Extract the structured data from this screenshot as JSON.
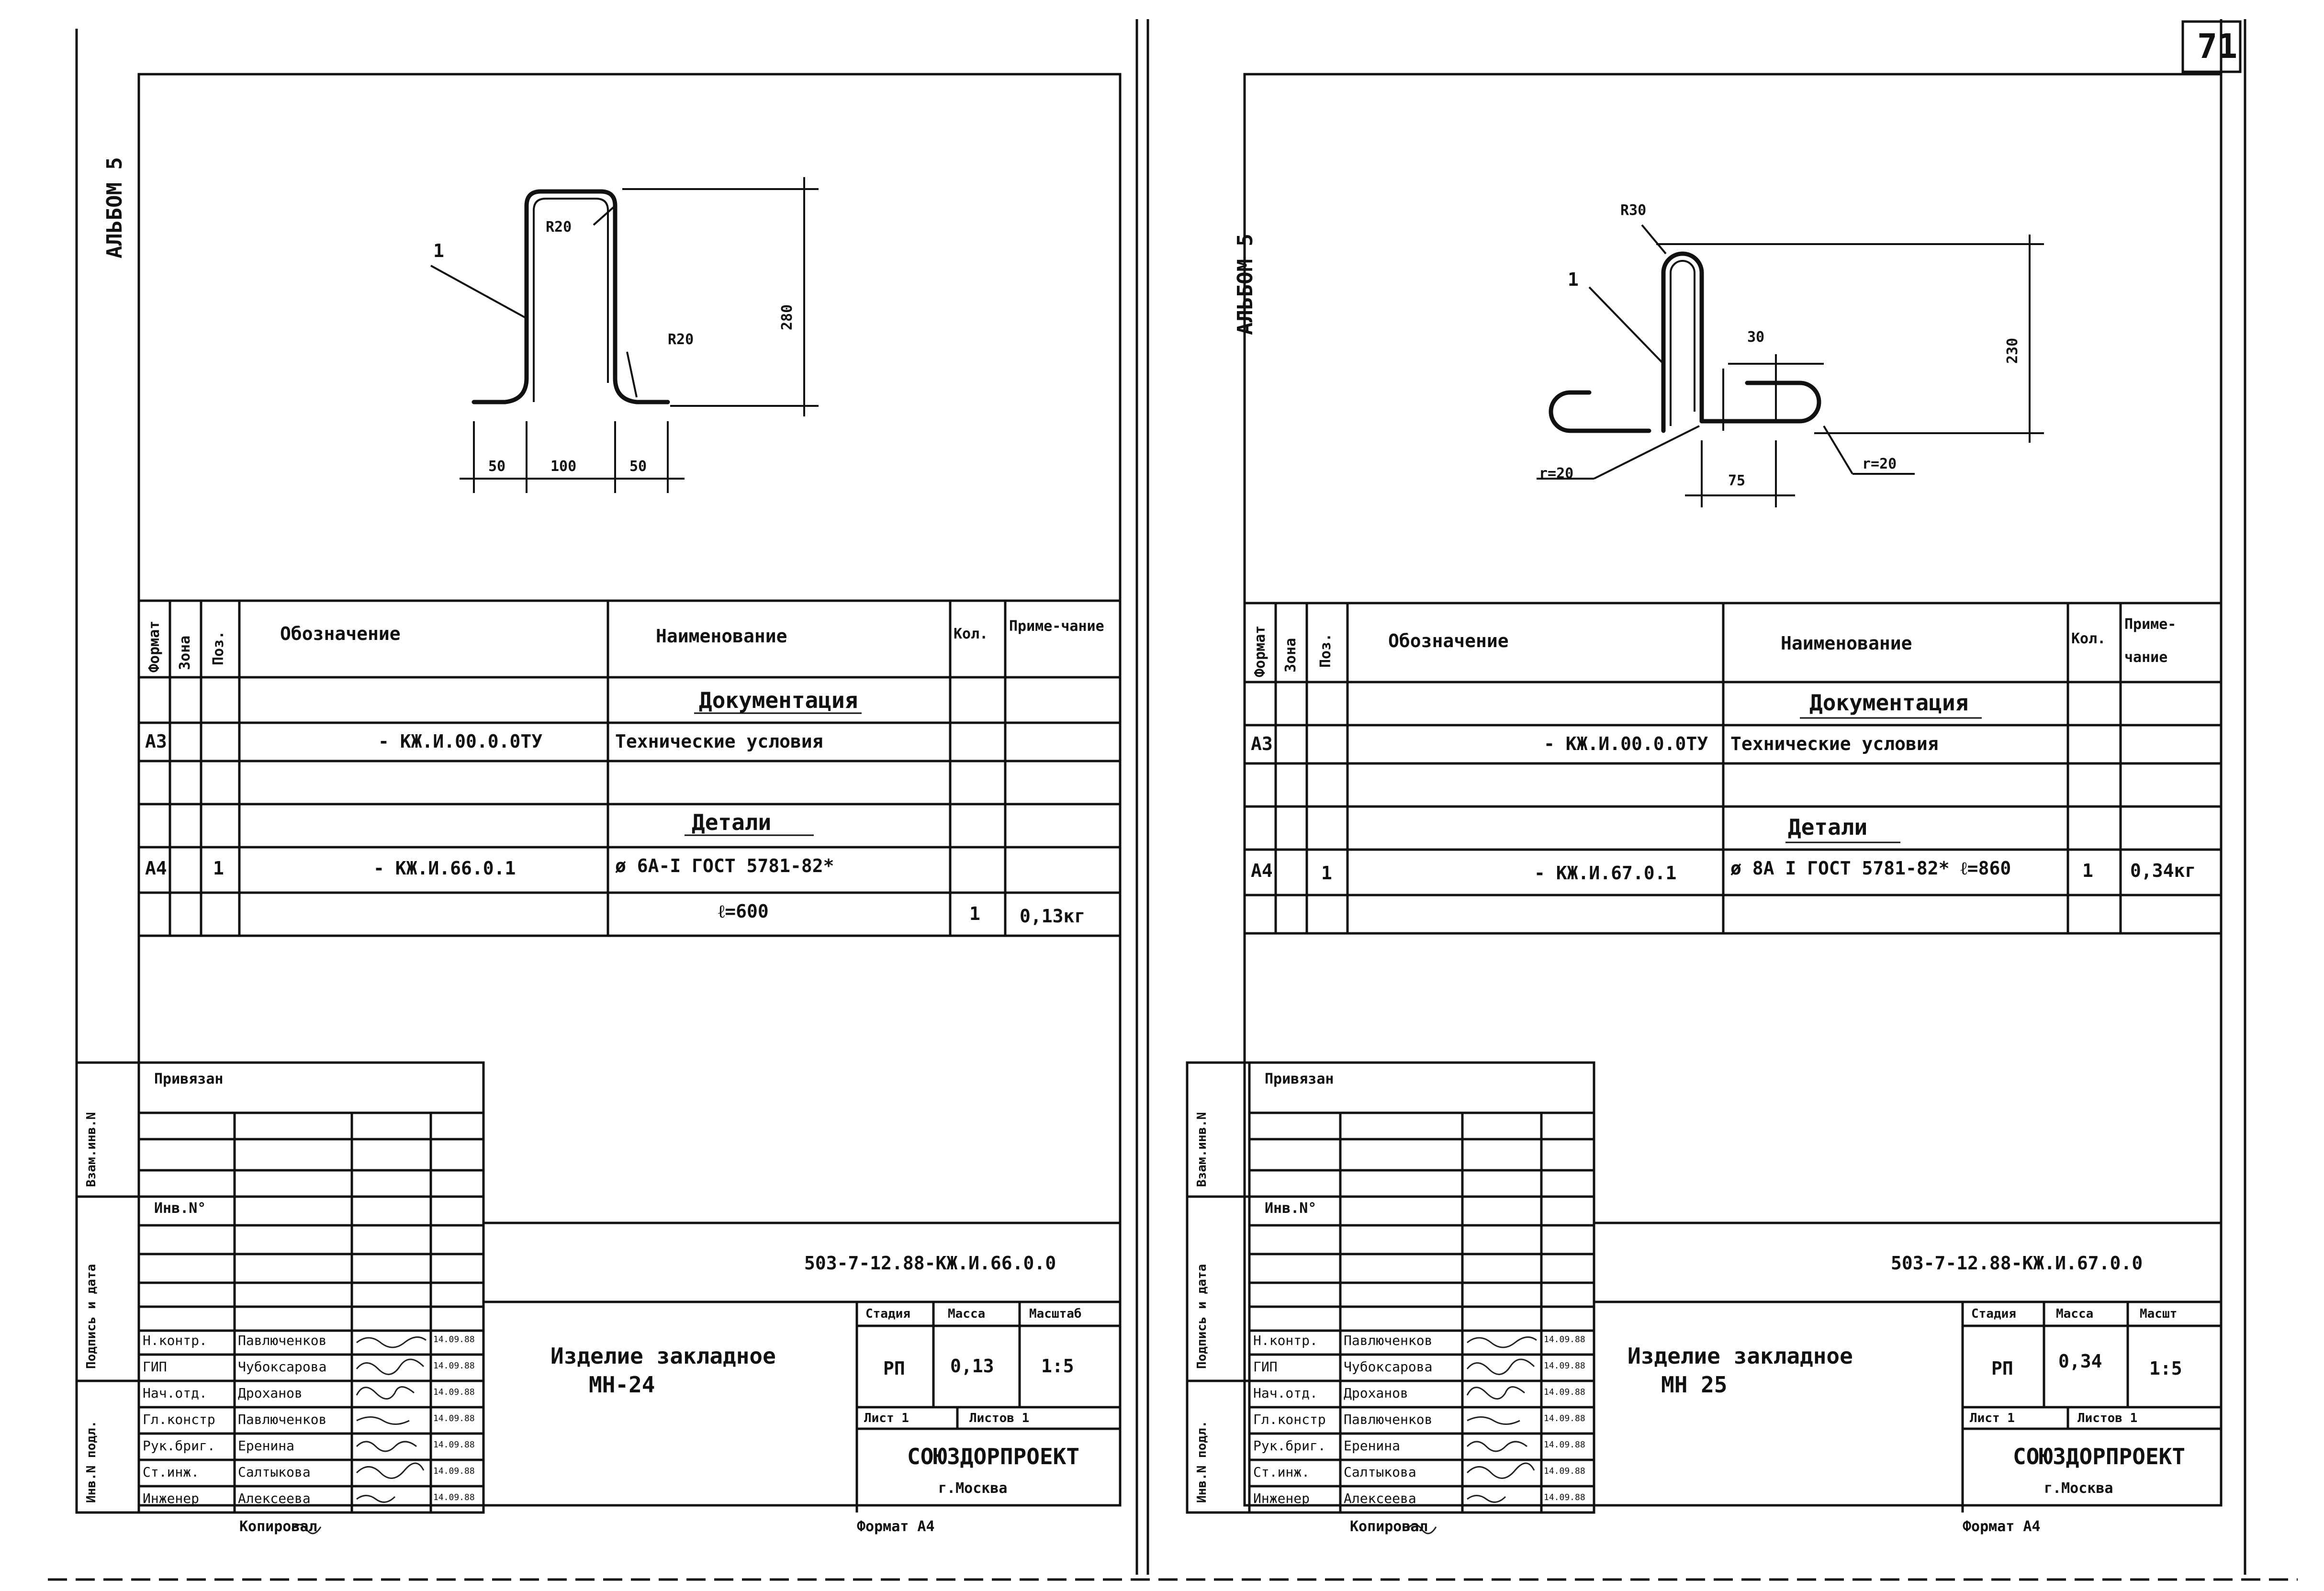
{
  "page_number": "71",
  "sheets": [
    {
      "album": "АЛЬБОМ 5",
      "drawing": {
        "position_label": "1",
        "radius_top": "R20",
        "radius_bottom": "R20",
        "height": "280",
        "width_left": "50",
        "width_mid": "100",
        "width_right": "50"
      },
      "spec": {
        "headers": {
          "format": "Формат",
          "zone": "Зона",
          "pos": "Поз.",
          "designation": "Обозначение",
          "name": "Наименование",
          "qty": "Кол.",
          "note": "Приме-чание"
        },
        "section_docs": "Документация",
        "row_doc": {
          "format": "А3",
          "designation": "- КЖ.И.00.0.0ТУ",
          "name": "Технические условия"
        },
        "section_parts": "Детали",
        "row_part": {
          "format": "А4",
          "pos": "1",
          "designation": "- КЖ.И.66.0.1",
          "name": "ø 6А-I ГОСТ 5781-82*"
        },
        "row_part2": {
          "name": "ℓ=600",
          "qty": "1",
          "note": "0,13кг"
        }
      },
      "stamp": {
        "privyazan": "Привязан",
        "inv_no": "Инв.N°",
        "side_labels": [
          "Взам.инв.N",
          "Подпись и дата",
          "Инв.N подл."
        ],
        "code": "503-7-12.88-КЖ.И.66.0.0",
        "title_line1": "Изделие закладное",
        "title_line2": "МН-24",
        "stage_h": "Стадия",
        "mass_h": "Масса",
        "scale_h": "Масштаб",
        "stage": "РП",
        "mass": "0,13",
        "scale": "1:5",
        "sheet_lbl": "Лист 1",
        "sheets_lbl": "Листов 1",
        "org": "СОЮЗДОРПРОЕКТ",
        "city": "г.Москва",
        "roles": [
          {
            "role": "Н.контр.",
            "name": "Павлюченков",
            "date": "14.09.88"
          },
          {
            "role": "ГИП",
            "name": "Чубоксарова",
            "date": "14.09.88"
          },
          {
            "role": "Нач.отд.",
            "name": "Дроханов",
            "date": "14.09.88"
          },
          {
            "role": "Гл.констр",
            "name": "Павлюченков",
            "date": "14.09.88"
          },
          {
            "role": "Рук.бриг.",
            "name": "Еренина",
            "date": "14.09.88"
          },
          {
            "role": "Ст.инж.",
            "name": "Салтыкова",
            "date": "14.09.88"
          },
          {
            "role": "Инженер",
            "name": "Алексеева",
            "date": "14.09.88"
          }
        ],
        "copied": "Копировал",
        "format": "Формат А4"
      }
    },
    {
      "album": "АЛЬБОМ 5",
      "drawing": {
        "position_label": "1",
        "radius_top": "R30",
        "height": "230",
        "gap": "30",
        "r_left": "r=20",
        "r_right": "r=20",
        "width": "75"
      },
      "spec": {
        "headers": {
          "format": "Формат",
          "zone": "Зона",
          "pos": "Поз.",
          "designation": "Обозначение",
          "name": "Наименование",
          "qty": "Кол.",
          "note": "Приме-чание"
        },
        "section_docs": "Документация",
        "row_doc": {
          "format": "А3",
          "designation": "- КЖ.И.00.0.0ТУ",
          "name": "Технические условия"
        },
        "section_parts": "Детали",
        "row_part": {
          "format": "А4",
          "pos": "1",
          "designation": "- КЖ.И.67.0.1",
          "name": "ø 8А I ГОСТ 5781-82* ℓ=860",
          "qty": "1",
          "note": "0,34кг"
        }
      },
      "stamp": {
        "privyazan": "Привязан",
        "inv_no": "Инв.N°",
        "side_labels": [
          "Взам.инв.N",
          "Подпись и дата",
          "Инв.N подл."
        ],
        "code": "503-7-12.88-КЖ.И.67.0.0",
        "title_line1": "Изделие закладное",
        "title_line2": "МН 25",
        "stage_h": "Стадия",
        "mass_h": "Масса",
        "scale_h": "Масшт",
        "stage": "РП",
        "mass": "0,34",
        "scale": "1:5",
        "sheet_lbl": "Лист 1",
        "sheets_lbl": "Листов 1",
        "org": "СОЮЗДОРПРОЕКТ",
        "city": "г.Москва",
        "roles": [
          {
            "role": "Н.контр.",
            "name": "Павлюченков",
            "date": "14.09.88"
          },
          {
            "role": "ГИП",
            "name": "Чубоксарова",
            "date": "14.09.88"
          },
          {
            "role": "Нач.отд.",
            "name": "Дроханов",
            "date": "14.09.88"
          },
          {
            "role": "Гл.констр",
            "name": "Павлюченков",
            "date": "14.09.88"
          },
          {
            "role": "Рук.бриг.",
            "name": "Еренина",
            "date": "14.09.88"
          },
          {
            "role": "Ст.инж.",
            "name": "Салтыкова",
            "date": "14.09.88"
          },
          {
            "role": "Инженер",
            "name": "Алексеева",
            "date": "14.09.88"
          }
        ],
        "copied": "Копировал",
        "format": "Формат А4"
      }
    }
  ]
}
